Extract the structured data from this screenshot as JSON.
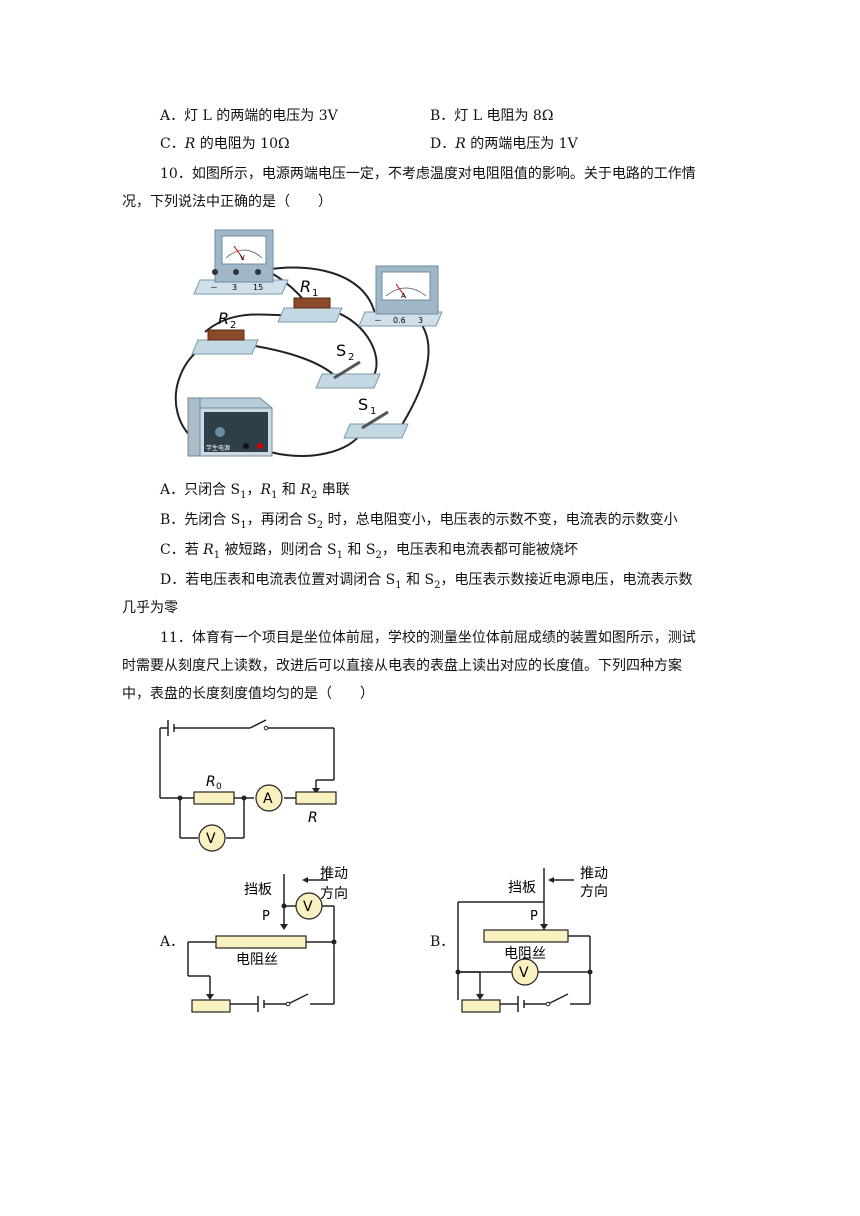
{
  "q9_options": {
    "A": "A．灯 L 的两端的电压为 3V",
    "B": "B．灯 L 电阻为 8Ω",
    "C_prefix": "C．",
    "C_var": "R",
    "C_rest": " 的电阻为 10Ω",
    "D_prefix": "D．",
    "D_var": "R",
    "D_rest": " 的两端电压为 1V"
  },
  "q10": {
    "stem_line1": "10．如图所示，电源两端电压一定，不考虑温度对电阻阻值的影响。关于电路的工作情",
    "stem_line2": "况，下列说法中正确的是（　　）",
    "figure": {
      "voltmeter_letter": "V",
      "voltmeter_terminals": [
        "－",
        "3",
        "15"
      ],
      "ammeter_letter": "A",
      "ammeter_terminals": [
        "－",
        "0.6",
        "3"
      ],
      "r1": "R",
      "r1_sub": "1",
      "r2": "R",
      "r2_sub": "2",
      "s1": "S",
      "s1_sub": "1",
      "s2": "S",
      "s2_sub": "2",
      "power_label": "学生电源"
    },
    "A": {
      "p1": "A．只闭合 S",
      "s1": "1",
      "p2": "，",
      "r1": "R",
      "r1s": "1",
      "p3": " 和 ",
      "r2": "R",
      "r2s": "2",
      "p4": " 串联"
    },
    "B": {
      "p1": "B．先闭合 S",
      "s1": "1",
      "p2": "，再闭合 S",
      "s2": "2",
      "p3": " 时，总电阻变小，电压表的示数不变，电流表的示数变小"
    },
    "C": {
      "p1": "C．若 ",
      "r1": "R",
      "r1s": "1",
      "p2": " 被短路，则闭合 S",
      "s1": "1",
      "p3": " 和 S",
      "s2": "2",
      "p4": "，电压表和电流表都可能被烧坏"
    },
    "D": {
      "p1": "D．若电压表和电流表位置对调闭合 S",
      "s1": "1",
      "p2": " 和 S",
      "s2": "2",
      "p3": "，电压表示数接近电源电压，电流表示数",
      "line2": "几乎为零"
    }
  },
  "q11": {
    "stem_line1": "11．体育有一个项目是坐位体前屈，学校的测量坐位体前屈成绩的装置如图所示，测试",
    "stem_line2": "时需要从刻度尺上读数，改进后可以直接从电表的表盘上读出对应的长度值。下列四种方案",
    "stem_line3": "中，表盘的长度刻度值均匀的是（　　）",
    "main_figure": {
      "r0": "R",
      "r0_sub": "0",
      "ammeter": "A",
      "voltmeter": "V",
      "r": "R"
    },
    "option_A": {
      "label": "A．",
      "plate": "挡板",
      "push": "推动",
      "direction": "方向",
      "p": "P",
      "voltmeter": "V",
      "wire": "电阻丝"
    },
    "option_B": {
      "label": "B．",
      "plate": "挡板",
      "push": "推动",
      "direction": "方向",
      "p": "P",
      "voltmeter": "V",
      "wire": "电阻丝"
    }
  }
}
